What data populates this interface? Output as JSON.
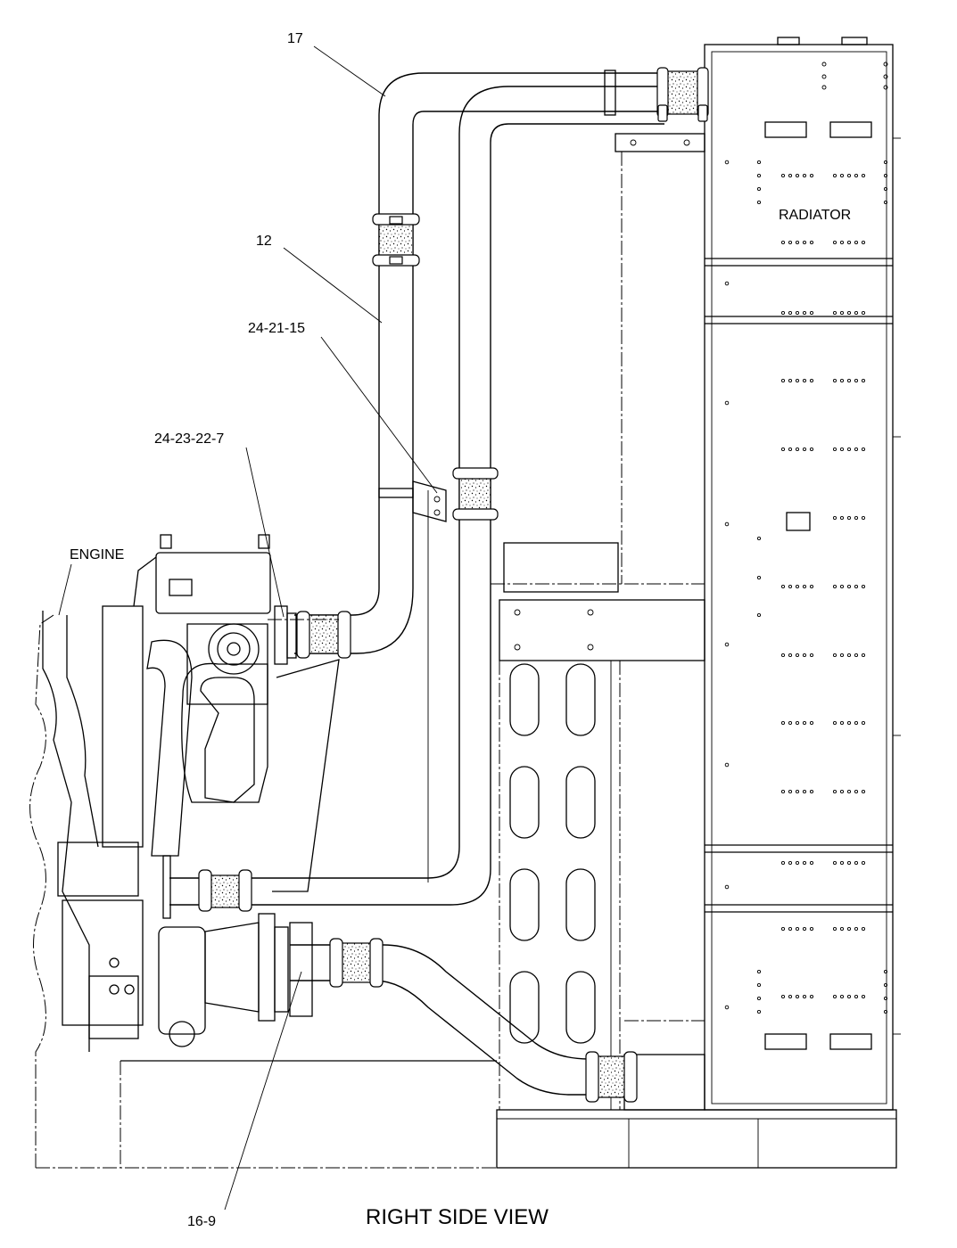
{
  "view_title": "RIGHT SIDE VIEW",
  "labels": {
    "engine": "ENGINE",
    "radiator": "RADIATOR"
  },
  "callouts": [
    {
      "id": "17",
      "text": "17"
    },
    {
      "id": "12",
      "text": "12"
    },
    {
      "id": "24-21-15",
      "text": "24-21-15"
    },
    {
      "id": "24-23-22-7",
      "text": "24-23-22-7"
    },
    {
      "id": "16-9",
      "text": "16-9"
    }
  ]
}
